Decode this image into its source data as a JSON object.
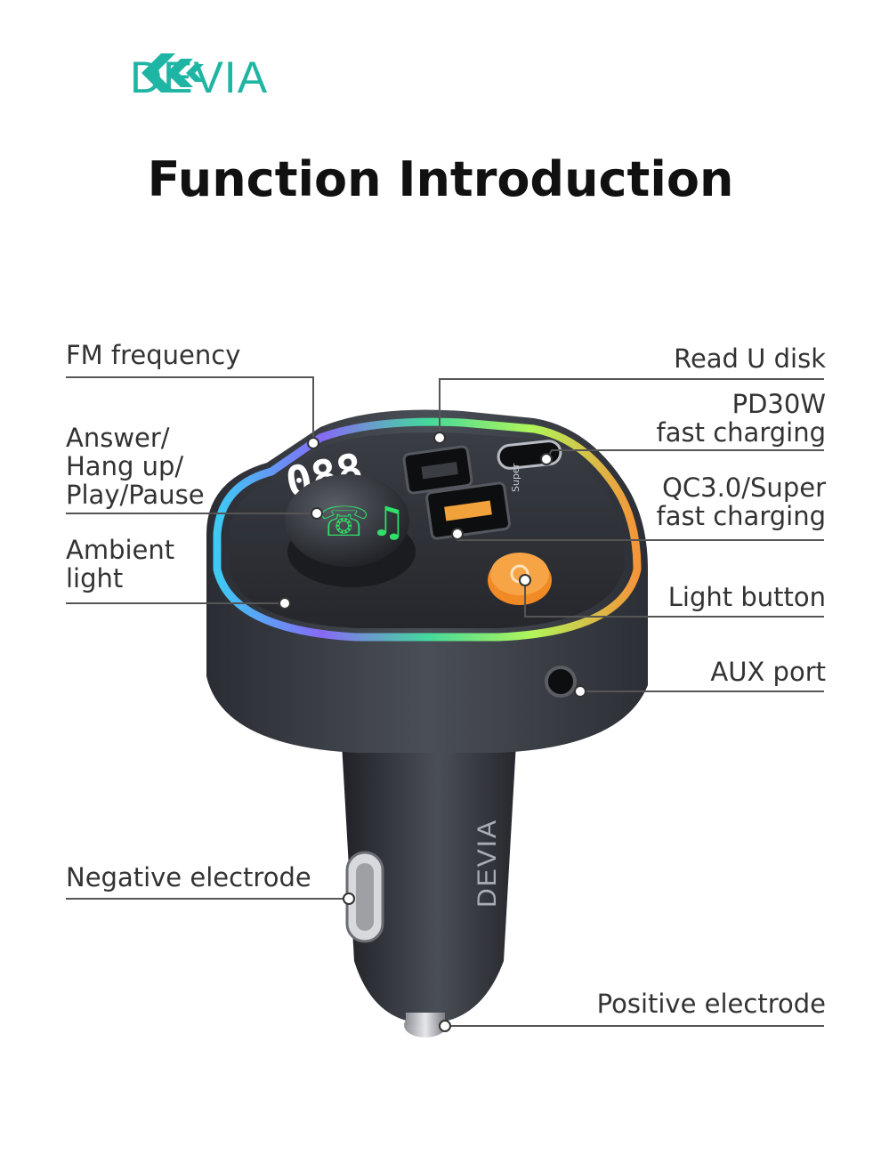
{
  "brand": {
    "name": "DEVIA",
    "color": "#1fb5a4"
  },
  "title": "Function Introduction",
  "callouts": {
    "fm_frequency": "FM frequency",
    "answer_lines": [
      "Answer/",
      "Hang up/",
      "Play/Pause"
    ],
    "ambient_lines": [
      "Ambient",
      "light"
    ],
    "negative_electrode": "Negative electrode",
    "read_u_disk": "Read U disk",
    "pd_lines": [
      "PD30W",
      "fast charging"
    ],
    "qc_lines": [
      "QC3.0/Super",
      "fast charging"
    ],
    "light_button": "Light button",
    "aux_port": "AUX port",
    "positive_electrode": "Positive electrode"
  },
  "device": {
    "display_reading": "088",
    "body_brand": "DEVIA",
    "port_label": "Super"
  }
}
